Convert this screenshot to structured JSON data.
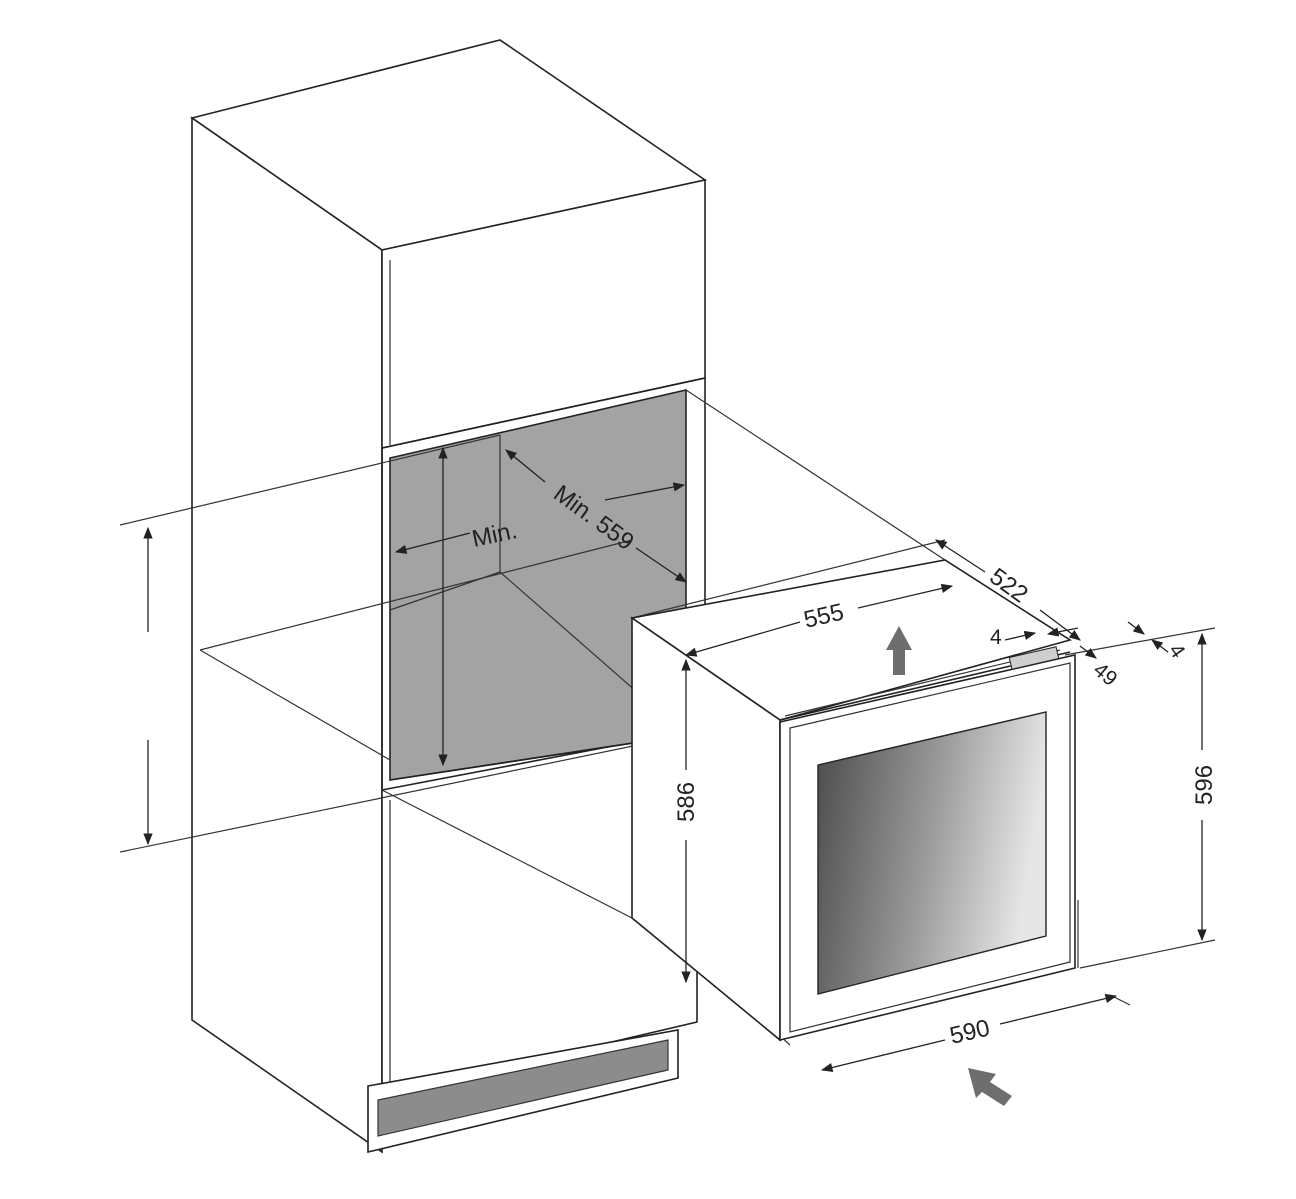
{
  "labels": {
    "min_width_text": "Min.",
    "min_depth_text": "Min. 559",
    "width_555": "555",
    "depth_522": "522",
    "gap_4_top": "4",
    "gap_4_side": "4",
    "depth_49": "49",
    "height_586": "586",
    "height_596": "596",
    "width_590": "590"
  },
  "colors": {
    "line": "#222222",
    "cavity": "#a3a3a3",
    "arrow": "#6e6e6e",
    "glass_dark": "#4a4a4a",
    "glass_light": "#e6e6e6"
  },
  "icons": {
    "airflow_up": "airflow-up-arrow-icon",
    "airflow_in": "airflow-in-arrow-icon"
  }
}
